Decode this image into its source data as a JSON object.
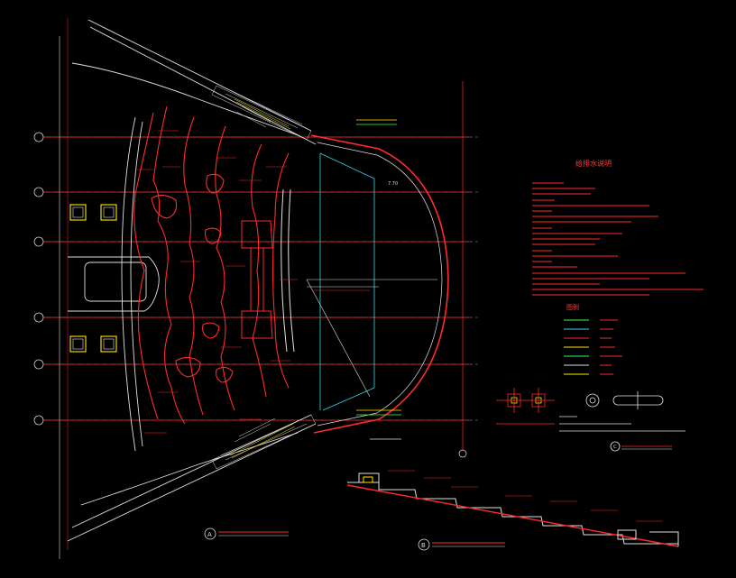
{
  "drawing": {
    "background": "#000000",
    "colors": {
      "red": "#ff2a2a",
      "white": "#e8e8e8",
      "cyan": "#33d6e8",
      "yellow": "#ffe800",
      "green": "#33ff55",
      "grid": "#b8b8b8"
    },
    "grid_markers": [
      "",
      "",
      "",
      "",
      "",
      ""
    ],
    "notes": {
      "title": "给排水说明",
      "lines_count_hint": "many small red lines (illegible)"
    },
    "legend": {
      "title": "图例"
    },
    "detail_labels": {
      "a": "A",
      "b": "B",
      "c": "C"
    },
    "dimension": "7.70"
  }
}
